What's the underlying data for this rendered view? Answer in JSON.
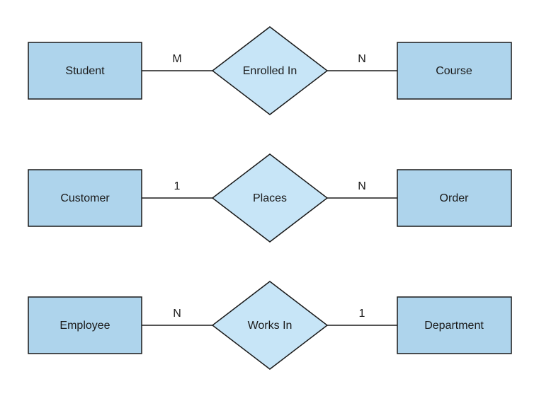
{
  "diagram": {
    "kind": "er-diagram",
    "colors": {
      "background": "#ffffff",
      "entity_fill": "#aed4ec",
      "relationship_fill": "#c7e5f7",
      "stroke": "#1a1a1a",
      "text": "#1a1a1a"
    },
    "relationships": [
      {
        "left_entity": "Student",
        "left_cardinality": "M",
        "relationship": "Enrolled In",
        "right_cardinality": "N",
        "right_entity": "Course"
      },
      {
        "left_entity": "Customer",
        "left_cardinality": "1",
        "relationship": "Places",
        "right_cardinality": "N",
        "right_entity": "Order"
      },
      {
        "left_entity": "Employee",
        "left_cardinality": "N",
        "relationship": "Works In",
        "right_cardinality": "1",
        "right_entity": "Department"
      }
    ]
  }
}
